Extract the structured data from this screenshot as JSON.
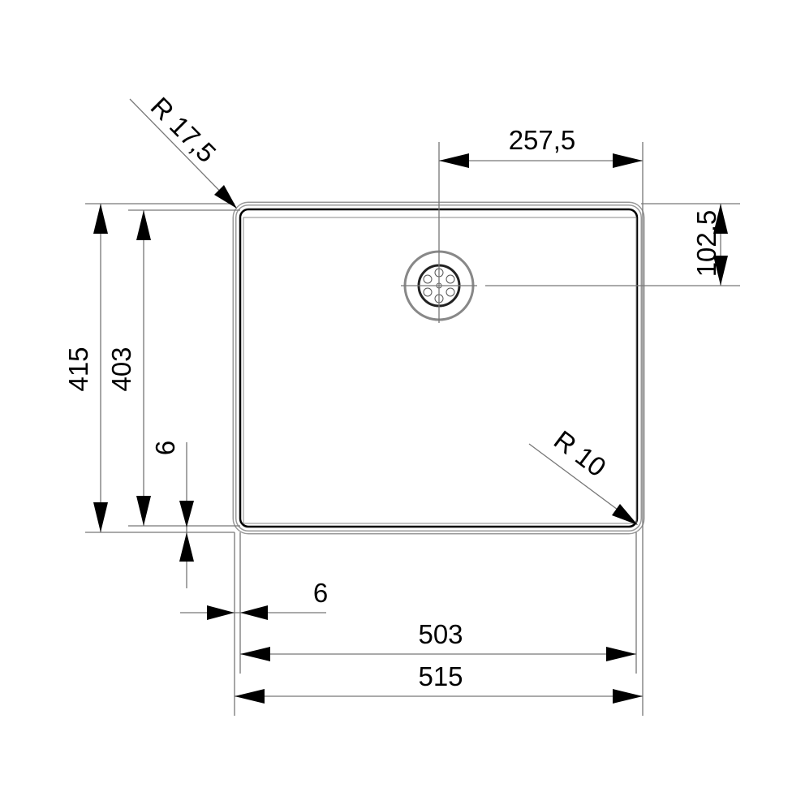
{
  "labels": {
    "radius_outer": "R 17,5",
    "radius_inner": "R 10",
    "drain_offset_x": "257,5",
    "drain_offset_y": "102,5",
    "outer_depth": "415",
    "inner_depth": "403",
    "rim_vertical": "6",
    "rim_horizontal": "6",
    "inner_width": "503",
    "outer_width": "515"
  },
  "colors": {
    "line": "#000000",
    "extension": "#777777",
    "rim": "#999999"
  }
}
